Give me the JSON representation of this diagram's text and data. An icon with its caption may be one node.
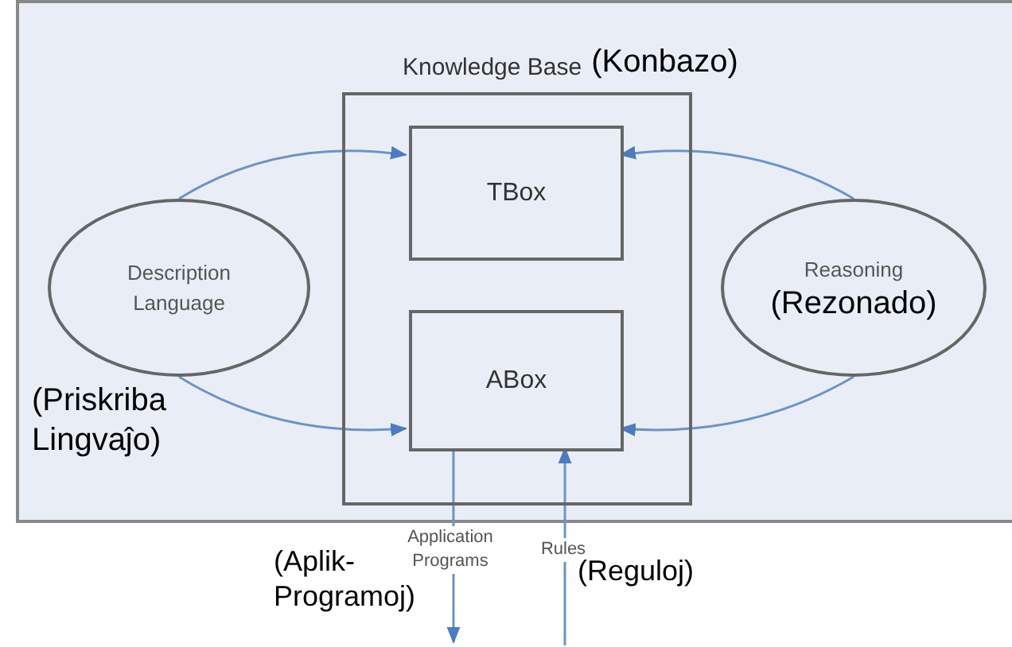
{
  "diagram": {
    "nodes": [
      {
        "text": [
          "Knowledge Base",
          "(Konbazo)"
        ]
      },
      {
        "text": [
          "TBox"
        ],
        "in": 0
      },
      {
        "text": [
          "ABox"
        ],
        "in": 0
      },
      {
        "text": [
          "Description Language"
        ],
        "beside": [
          "(Priskriba Lingvaĵo)"
        ]
      },
      {
        "text": [
          "Reasoning",
          "(Rezonado)"
        ]
      }
    ],
    "edges": [
      {
        "from": 3,
        "to": 1,
        "arrow": "to"
      },
      {
        "from": 3,
        "to": 2,
        "arrow": "to"
      },
      {
        "from": 4,
        "to": 1,
        "arrow": "to"
      },
      {
        "from": 4,
        "to": 2,
        "arrow": "to"
      },
      {
        "from": 2,
        "to": null,
        "arrow": "to",
        "label": "Application Programs"
      },
      {
        "from": null,
        "to": 2,
        "arrow": "to",
        "label": "Rules"
      }
    ],
    "labels": [
      "(Aplik- Programoj)",
      "(Reguloj)"
    ]
  }
}
